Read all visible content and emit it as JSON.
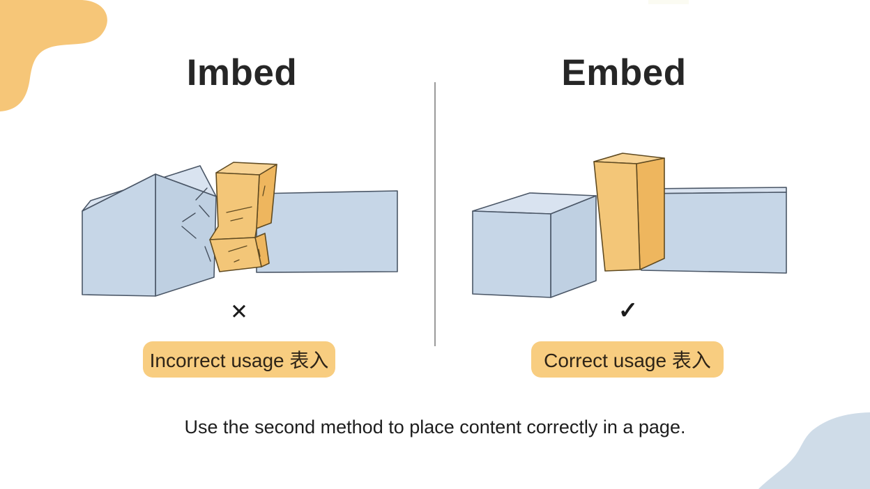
{
  "slide": {
    "caption": "Use the second method to place content correctly in a page."
  },
  "columns": {
    "imbed": {
      "heading": "Imbed",
      "status_mark": "✕",
      "label": "Incorrect usage 表入"
    },
    "embed": {
      "heading": "Embed",
      "status_mark": "✓",
      "label": "Correct usage 表入"
    }
  },
  "colors": {
    "background": "#ffffff",
    "heading_text": "#262626",
    "caption_text": "#1d1d1d",
    "divider": "#9a9a9a",
    "pill_background": "#f8cd80",
    "pill_text": "#2e2417",
    "status_mark": "#1c1c1c",
    "corner_blob_yellow": "#f6c678",
    "corner_blob_blue": "#cfdce8",
    "block_yellow_front": "#f3c678",
    "block_yellow_side": "#eeb65e",
    "block_yellow_top": "#f7d394",
    "block_blue_front": "#c6d6e7",
    "block_blue_top": "#d9e3f0",
    "block_blue_side": "#bfd0e2",
    "outline_blue": "#4a5666",
    "outline_yellow": "#5f4a21"
  }
}
